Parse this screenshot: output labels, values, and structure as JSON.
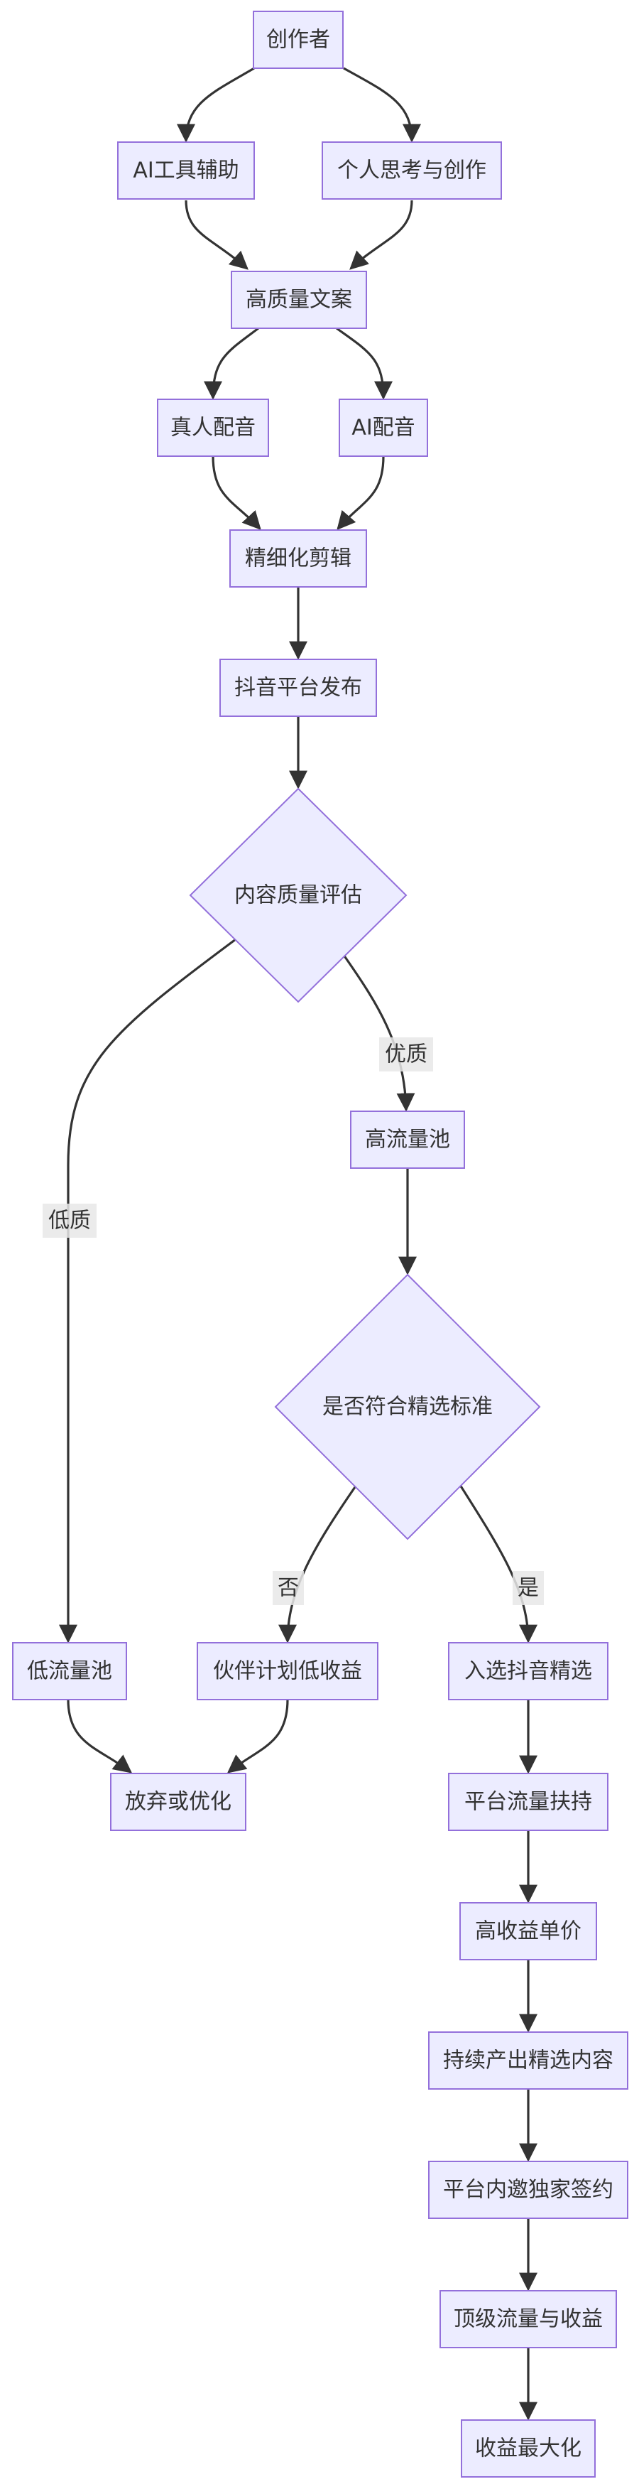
{
  "nodes": {
    "creator": "创作者",
    "ai_tool": "AI工具辅助",
    "personal": "个人思考与创作",
    "copy": "高质量文案",
    "human_voice": "真人配音",
    "ai_voice": "AI配音",
    "edit": "精细化剪辑",
    "publish": "抖音平台发布",
    "evaluate": "内容质量评估",
    "high_pool": "高流量池",
    "low_pool": "低流量池",
    "criteria": "是否符合精选标准",
    "partner": "伙伴计划低收益",
    "selected": "入选抖音精选",
    "abandon": "放弃或优化",
    "support": "平台流量扶持",
    "unit_price": "高收益单价",
    "continuous": "持续产出精选内容",
    "exclusive": "平台内邀独家签约",
    "top": "顶级流量与收益",
    "max": "收益最大化"
  },
  "edge_labels": {
    "quality_good": "优质",
    "quality_low": "低质",
    "no": "否",
    "yes": "是"
  },
  "colors": {
    "node_fill": "#ececff",
    "node_stroke": "#9370db",
    "edge": "#333333",
    "text": "#333333",
    "label_bg": "#e8e8e8"
  }
}
